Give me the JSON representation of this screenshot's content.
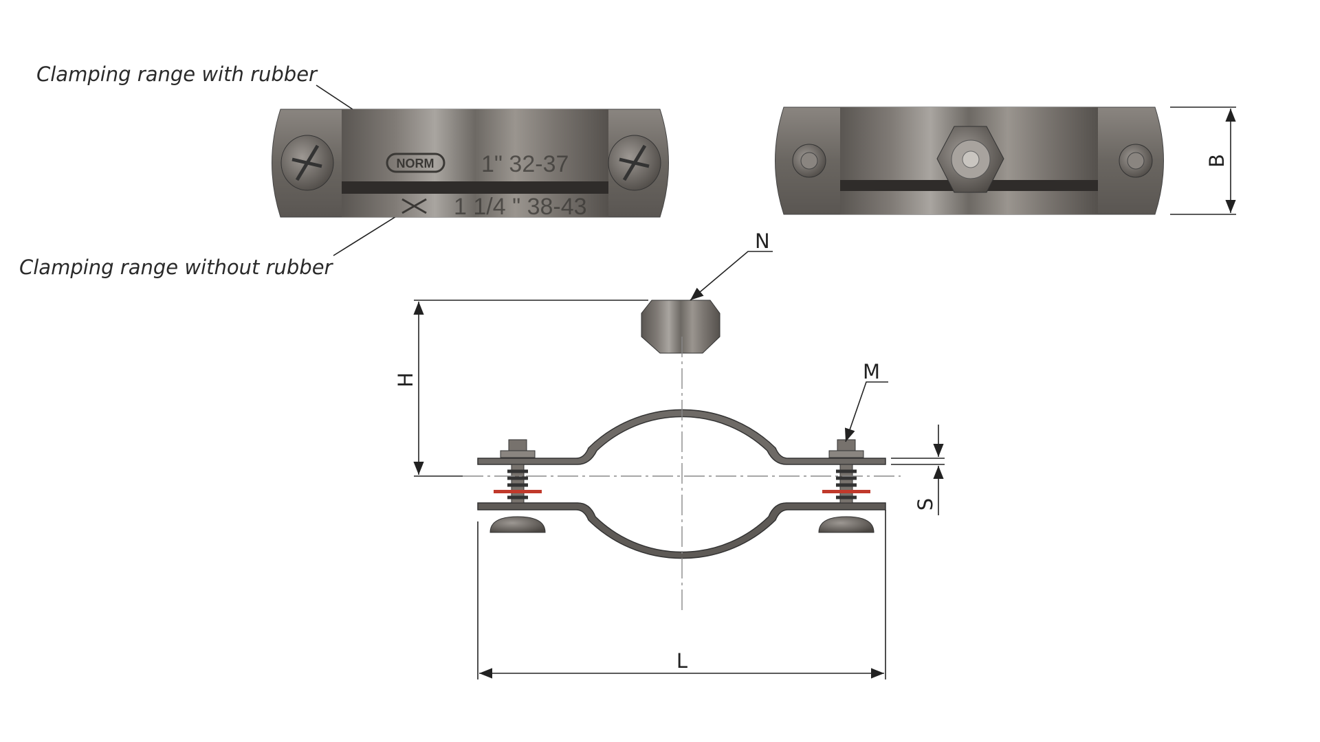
{
  "callouts": {
    "with_rubber": "Clamping range with rubber",
    "without_rubber": "Clamping range without rubber"
  },
  "embossing": {
    "logo": "NORM",
    "range_with_rubber": "1\" 32-37",
    "range_without_rubber": "1 1/4 \" 38-43"
  },
  "dimensions": {
    "N": "N",
    "M": "M",
    "H": "H",
    "S": "S",
    "B": "B",
    "L": "L"
  },
  "colors": {
    "metal_dark": "#4f4b47",
    "metal_mid": "#7a7570",
    "metal_light": "#b9b5b0",
    "washer_red": "#c0392b"
  }
}
